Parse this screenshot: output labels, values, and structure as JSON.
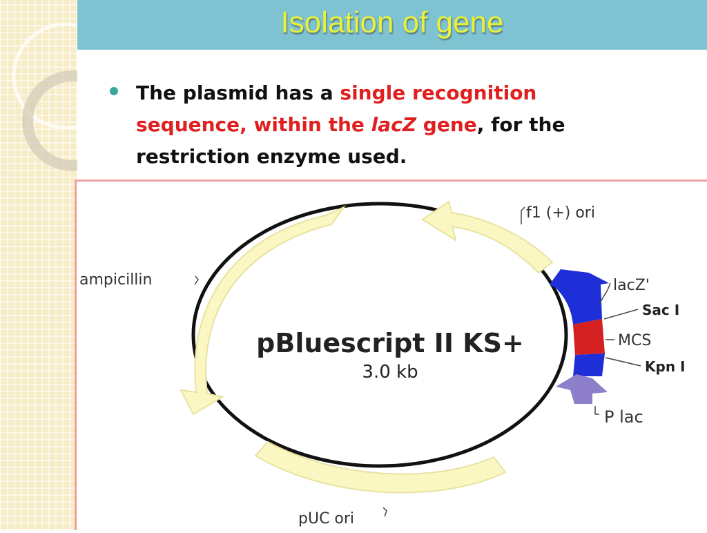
{
  "slide": {
    "title": "Isolation of gene",
    "bullet": {
      "part1": "The plasmid has a ",
      "red1": "single recognition sequence, within the ",
      "red_italic": "lacZ",
      "red2": " gene",
      "part2": ", for the restriction enzyme used."
    }
  },
  "diagram": {
    "plasmid_name": "pBluescript II KS+",
    "size": "3.0 kb",
    "labels": {
      "f1_ori": "f1 (+) ori",
      "ampicillin": "ampicillin",
      "lacz": "lacZ'",
      "sac": "Sac I",
      "mcs": "MCS",
      "kpn": "Kpn I",
      "plac": "P lac",
      "puc_ori": "pUC ori"
    },
    "colors": {
      "feature": "#fbf7c2",
      "lacz": "#1e2fd8",
      "mcs": "#d42020",
      "plac": "#8d7fc9"
    }
  }
}
